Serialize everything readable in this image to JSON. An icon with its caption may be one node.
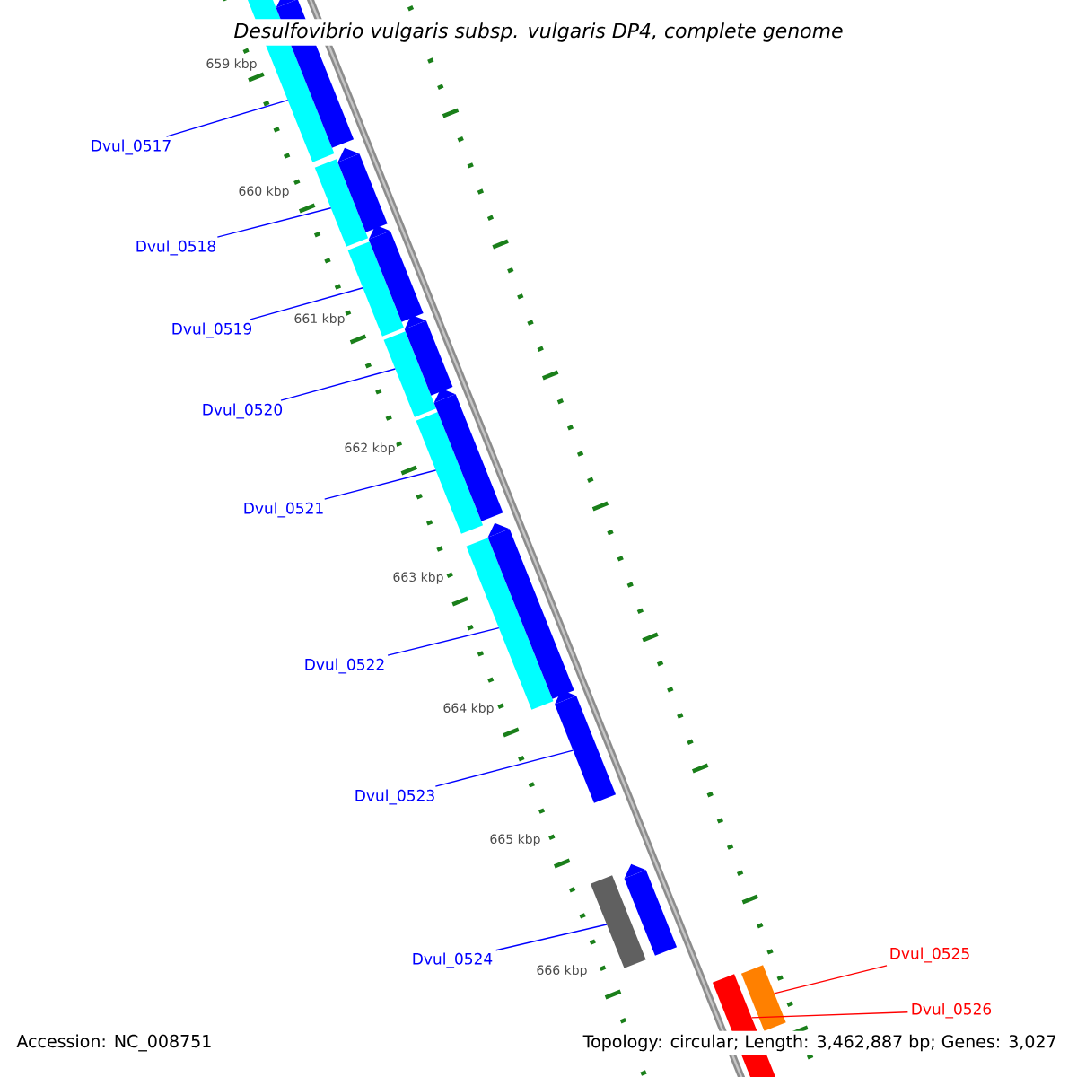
{
  "diagram": {
    "title": "Desulfovibrio vulgaris subsp. vulgaris DP4, complete genome",
    "nodes": [
      {
        "text": [
          "Dvul_0517"
        ]
      },
      {
        "text": [
          "Dvul_0518"
        ]
      },
      {
        "text": [
          "Dvul_0519"
        ]
      },
      {
        "text": [
          "Dvul_0520"
        ]
      },
      {
        "text": [
          "Dvul_0521"
        ]
      },
      {
        "text": [
          "Dvul_0522"
        ]
      },
      {
        "text": [
          "Dvul_0523"
        ]
      },
      {
        "text": [
          "Dvul_0524"
        ]
      },
      {
        "text": [
          "Dvul_0525"
        ]
      },
      {
        "text": [
          "Dvul_0526"
        ]
      },
      {
        "text": [],
        "shape": "box"
      },
      {
        "text": [],
        "shape": "box"
      },
      {
        "text": [],
        "shape": "box"
      },
      {
        "text": [],
        "shape": "box"
      },
      {
        "text": [],
        "shape": "box"
      },
      {
        "text": [],
        "shape": "box"
      },
      {
        "text": [],
        "shape": "arrow"
      },
      {
        "text": [],
        "shape": "box"
      },
      {
        "text": [],
        "shape": "box"
      },
      {
        "text": [],
        "shape": "box"
      },
      {
        "text": [],
        "shape": "arrow"
      },
      {
        "text": [],
        "shape": "arrow"
      },
      {
        "text": [],
        "shape": "arrow"
      },
      {
        "text": [],
        "shape": "arrow"
      },
      {
        "text": [],
        "shape": "arrow"
      },
      {
        "text": [],
        "shape": "arrow"
      },
      {
        "text": [],
        "shape": "arrow"
      }
    ],
    "edges": [
      {
        "from": 0,
        "to": 10,
        "arrow": "none"
      },
      {
        "from": 1,
        "to": 11,
        "arrow": "none"
      },
      {
        "from": 2,
        "to": 12,
        "arrow": "none"
      },
      {
        "from": 3,
        "to": 13,
        "arrow": "none"
      },
      {
        "from": 4,
        "to": 14,
        "arrow": "none"
      },
      {
        "from": 5,
        "to": 15,
        "arrow": "none"
      },
      {
        "from": 6,
        "to": 16,
        "arrow": "none"
      },
      {
        "from": 7,
        "to": 17,
        "arrow": "none"
      },
      {
        "from": 8,
        "to": 19,
        "arrow": "none",
        "color": "#ff0000"
      },
      {
        "from": 9,
        "to": 18,
        "arrow": "none",
        "color": "#ff0000"
      }
    ],
    "labels": [
      "659 kbp",
      "660 kbp",
      "661 kbp",
      "662 kbp",
      "663 kbp",
      "664 kbp",
      "665 kbp",
      "666 kbp",
      "Accession: NC_008751",
      "Topology: circular; Length: 3,462,887 bp; Genes: 3,027"
    ]
  }
}
